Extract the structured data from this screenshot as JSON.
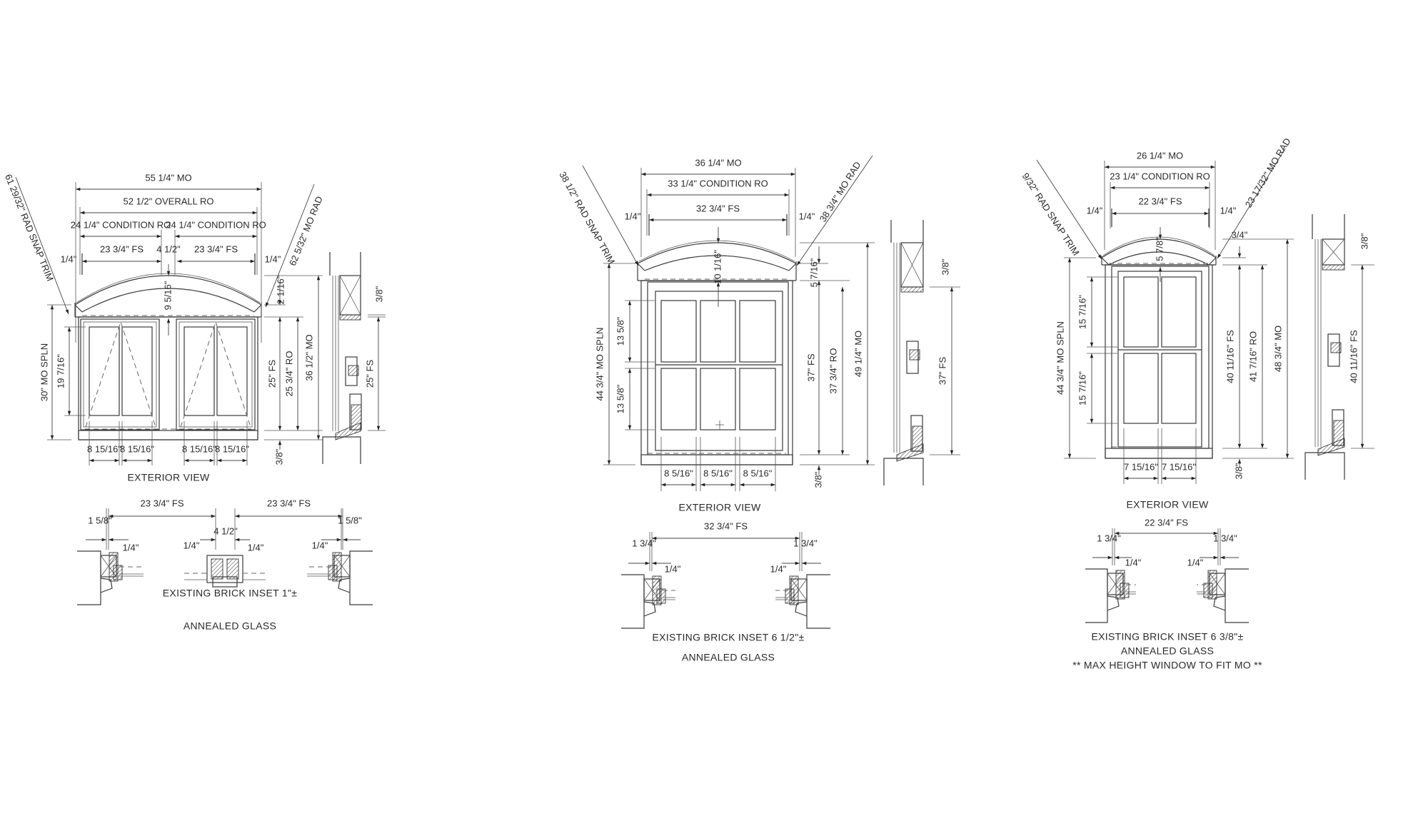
{
  "windows": [
    {
      "exterior_view_label": "EXTERIOR VIEW",
      "leaders": {
        "left": "61 29/32\" RAD SNAP TRIM",
        "right": "62 5/32\" MO RAD"
      },
      "dims": {
        "mo_width": "55 1/4\" MO",
        "overall_ro": "52 1/2\" OVERALL RO",
        "condition_ro_left": "24 1/4\" CONDITION RO",
        "condition_ro_right": "24 1/4\" CONDITION RO",
        "fs_left": "23 3/4\" FS",
        "fs_right": "23 3/4\" FS",
        "mullion": "4 1/2\"",
        "gap_left": "1/4\"",
        "gap_right": "1/4\"",
        "arch_rise": "9 5/16\"",
        "header": "2 1/16\"",
        "fs_height": "25\" FS",
        "ro_height": "25 3/4\" RO",
        "mo_height": "36 1/2\" MO",
        "mo_spln": "30\" MO SPLN",
        "glass_height": "19 7/16\"",
        "sill": "3/8\"",
        "pane_widths": [
          "8 15/16\"",
          "8 15/16\"",
          "8 15/16\"",
          "8 15/16\""
        ],
        "section_top": "3/8\"",
        "section_fs": "25\" FS"
      },
      "plan": {
        "fs_left": "23 3/4\" FS",
        "fs_right": "23 3/4\" FS",
        "side_left": "1 5/8\"",
        "side_right": "1 5/8\"",
        "mullion": "4 1/2\"",
        "gaps": [
          "1/4\"",
          "1/4\"",
          "1/4\"",
          "1/4\""
        ],
        "notes": [
          "EXISTING BRICK INSET 1\"±",
          "ANNEALED GLASS"
        ]
      }
    },
    {
      "exterior_view_label": "EXTERIOR VIEW",
      "leaders": {
        "left": "38 1/2\" RAD SNAP TRIM",
        "right": "38 3/4\" MO RAD"
      },
      "dims": {
        "mo_width": "36 1/4\" MO",
        "condition_ro": "33 1/4\" CONDITION RO",
        "fs": "32 3/4\" FS",
        "gap_left": "1/4\"",
        "gap_right": "1/4\"",
        "arch_rise": "10 1/16\"",
        "header": "5 7/16\"",
        "fs_height": "37\" FS",
        "ro_height": "37 3/4\" RO",
        "mo_height": "49 1/4\" MO",
        "mo_spln": "44 3/4\" MO SPLN",
        "pane_height_top": "13 5/8\"",
        "pane_height_bottom": "13 5/8\"",
        "sill": "3/8\"",
        "pane_widths": [
          "8 5/16\"",
          "8 5/16\"",
          "8 5/16\""
        ],
        "section_top": "3/8\"",
        "section_fs": "37\" FS"
      },
      "plan": {
        "fs": "32 3/4\" FS",
        "side_left": "1 3/4\"",
        "side_right": "1 3/4\"",
        "gaps": [
          "1/4\"",
          "1/4\""
        ],
        "notes": [
          "EXISTING BRICK INSET 6 1/2\"±",
          "ANNEALED GLASS"
        ]
      }
    },
    {
      "exterior_view_label": "EXTERIOR VIEW",
      "leaders": {
        "left": "9/32\" RAD SNAP TRIM",
        "right": "23 17/32\" MO RAD"
      },
      "dims": {
        "mo_width": "26 1/4\" MO",
        "condition_ro": "23 1/4\" CONDITION RO",
        "fs": "22 3/4\" FS",
        "gap_left": "1/4\"",
        "gap_right": "1/4\"",
        "arch_rise": "5 7/8\"",
        "header": "3/4\"",
        "fs_height": "40 11/16\" FS",
        "ro_height": "41 7/16\" RO",
        "mo_height": "48 3/4\" MO",
        "mo_spln": "44 3/4\" MO SPLN",
        "pane_height_top": "15 7/16\"",
        "pane_height_bottom": "15 7/16\"",
        "sill": "3/8\"",
        "pane_widths": [
          "7 15/16\"",
          "7 15/16\""
        ],
        "section_top": "3/8\"",
        "section_fs": "40 11/16\" FS"
      },
      "plan": {
        "fs": "22 3/4\" FS",
        "side_left": "1 3/4\"",
        "side_right": "1 3/4\"",
        "gaps": [
          "1/4\"",
          "1/4\""
        ],
        "notes": [
          "EXISTING BRICK INSET 6 3/8\"±",
          "ANNEALED GLASS",
          "** MAX HEIGHT WINDOW TO FIT MO **"
        ]
      }
    }
  ]
}
